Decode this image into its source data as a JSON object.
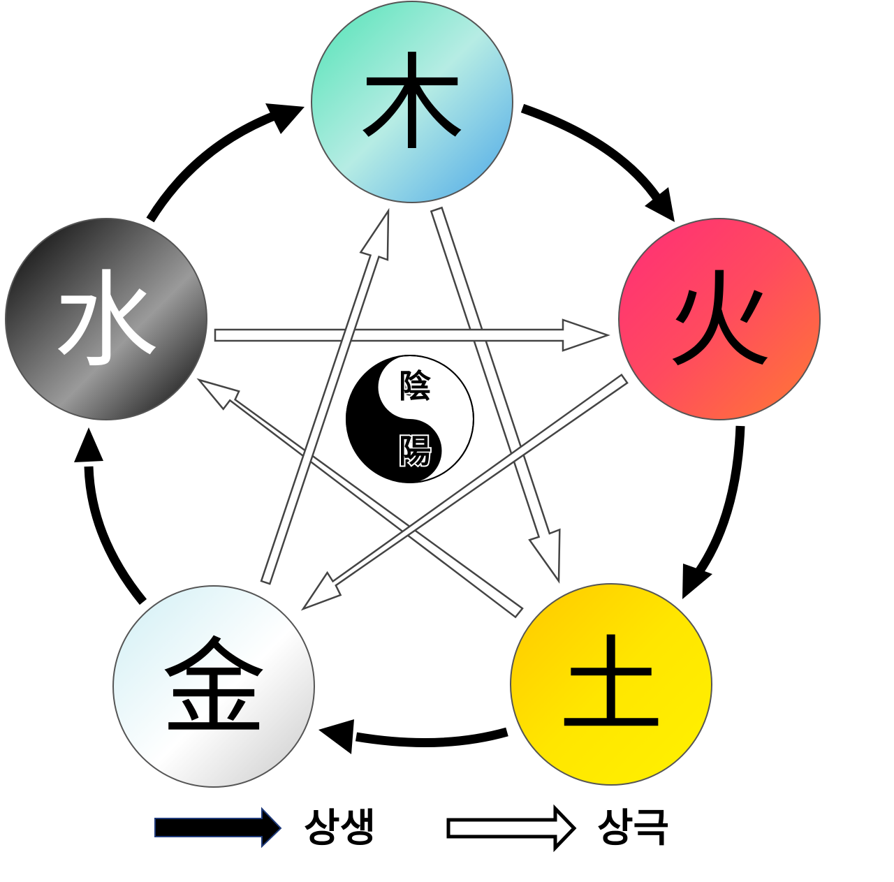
{
  "elements": {
    "wood": {
      "char": "木",
      "gradient": [
        "#4fe3b4",
        "#b6ece4",
        "#4aa6e8"
      ],
      "text_color": "#000000"
    },
    "fire": {
      "char": "火",
      "gradient": [
        "#ff2d78",
        "#ff4b5e",
        "#ff7a33"
      ],
      "text_color": "#000000"
    },
    "earth": {
      "char": "土",
      "gradient": [
        "#ffc800",
        "#ffe600",
        "#fff200"
      ],
      "text_color": "#000000"
    },
    "metal": {
      "char": "金",
      "gradient": [
        "#cfeef4",
        "#ffffff",
        "#c8c8c8"
      ],
      "text_color": "#000000"
    },
    "water": {
      "char": "水",
      "gradient": [
        "#000000",
        "#9a9a9a",
        "#000000"
      ],
      "text_color": "#ffffff"
    }
  },
  "center": {
    "yin": "陰",
    "yang": "陽"
  },
  "cycles": {
    "generating": [
      "wood",
      "fire",
      "earth",
      "metal",
      "water"
    ],
    "overcoming": [
      [
        "wood",
        "earth"
      ],
      [
        "earth",
        "water"
      ],
      [
        "water",
        "fire"
      ],
      [
        "fire",
        "metal"
      ],
      [
        "metal",
        "wood"
      ]
    ]
  },
  "legend": {
    "generating_label": "상생",
    "overcoming_label": "상극"
  },
  "colors": {
    "generating_arrow": "#000000",
    "overcoming_arrow_outline": "#444444"
  }
}
